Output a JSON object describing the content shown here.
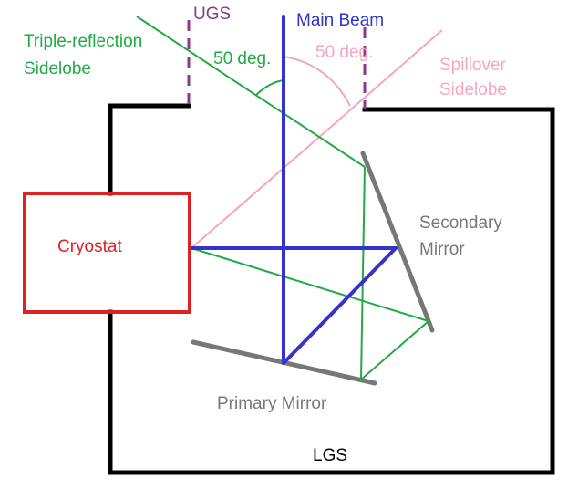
{
  "labels": {
    "ugs": "UGS",
    "main_beam": "Main Beam",
    "triple_reflection_line1": "Triple-reflection",
    "triple_reflection_line2": "Sidelobe",
    "angle_left": "50 deg.",
    "angle_right": "50 deg.",
    "spillover_line1": "Spillover",
    "spillover_line2": "Sidelobe",
    "cryostat": "Cryostat",
    "secondary_line1": "Secondary",
    "secondary_line2": "Mirror",
    "primary_mirror": "Primary Mirror",
    "lgs": "LGS"
  },
  "colors": {
    "shield": "#000000",
    "ugs_marker": "#8b3a8b",
    "main_beam": "#3333cc",
    "triple_reflection": "#22aa44",
    "spillover": "#f4a6c1",
    "cryostat": "#dd2222",
    "mirror": "#777777",
    "background": "#ffffff"
  }
}
